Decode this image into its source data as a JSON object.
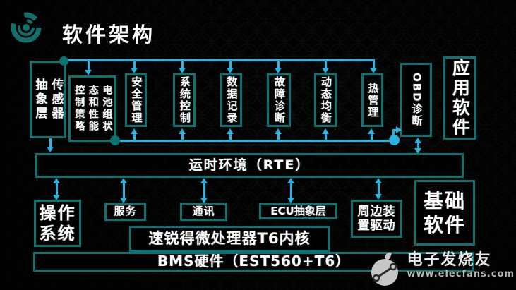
{
  "header": {
    "title": "软件架构"
  },
  "diagram": {
    "top_layer": {
      "sensor_abstraction": "传感器抽象层",
      "battery_control": "电池组状态和性能控制策略",
      "modules": [
        "安全管理",
        "系统控制",
        "数据记录",
        "故障诊断",
        "动态均衡",
        "热管理"
      ],
      "obd": "OBD诊断",
      "application_software": "应用软件"
    },
    "rte": {
      "label": "运时环境（RTE）"
    },
    "base_layer": {
      "os": "操作系统",
      "service": "服务",
      "communication": "通讯",
      "ecu_abstraction": "ECU抽象层",
      "peripheral_driver": "周边装置驱动",
      "basic_software": "基础软件"
    },
    "mcu": {
      "label": "速锐得微处理器T6内核"
    },
    "hardware": {
      "label": "BMS硬件（EST560+T6）"
    }
  },
  "watermark": {
    "brand": "电子发烧友",
    "site": "www.elecfans.com"
  },
  "colors": {
    "background": "#000000",
    "box_border": "#0d7270",
    "connector": "#29b4e2",
    "text": "#ffffff",
    "logo": "#11706e"
  }
}
